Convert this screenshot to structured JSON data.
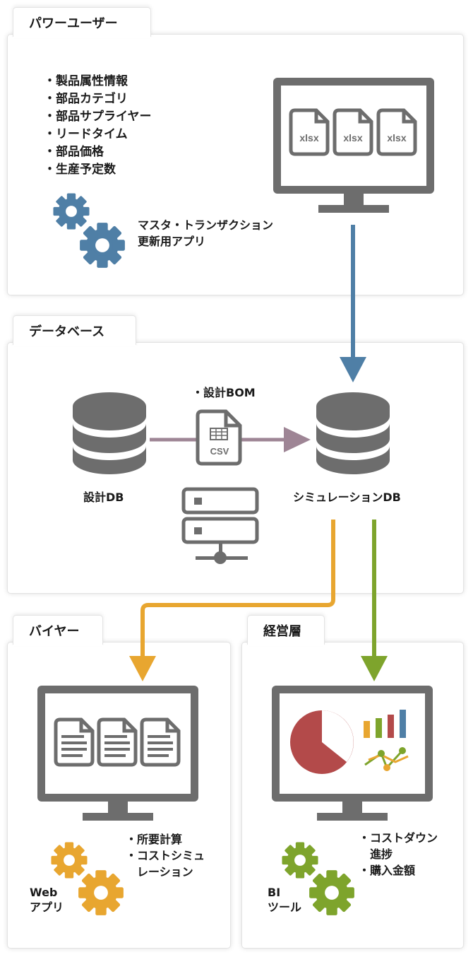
{
  "sections": {
    "power_user": {
      "title": "パワーユーザー",
      "items": [
        "・製品属性情報",
        "・部品カテゴリ",
        "・部品サプライヤー",
        "・リードタイム",
        "・部品価格",
        "・生産予定数"
      ],
      "app_label": [
        "マスタ・トランザクション",
        "更新用アプリ"
      ],
      "file_labels": [
        "xlsx",
        "xlsx",
        "xlsx"
      ]
    },
    "database": {
      "title": "データベース",
      "design_db": "設計DB",
      "sim_db": "シミュレーションDB",
      "bom_label": "・設計BOM",
      "csv_label": "CSV"
    },
    "buyer": {
      "title": "バイヤー",
      "items": [
        "・所要計算",
        "・コストシミュ",
        "　レーション"
      ],
      "app_label": [
        "Web",
        "アプリ"
      ]
    },
    "management": {
      "title": "経営層",
      "items": [
        "・コストダウン",
        "　進捗",
        "・購入金額"
      ],
      "app_label": [
        "BI",
        "ツール"
      ]
    }
  },
  "colors": {
    "icon_gray": "#6d6d6d",
    "gear_blue": "#4f7fa6",
    "gear_orange": "#e8a630",
    "gear_green": "#7ea42c",
    "arrow_blue": "#4f7fa6",
    "arrow_mauve": "#9e8595",
    "arrow_orange": "#e8a630",
    "arrow_green": "#7ea42c",
    "pie_red": "#b34a4a"
  }
}
